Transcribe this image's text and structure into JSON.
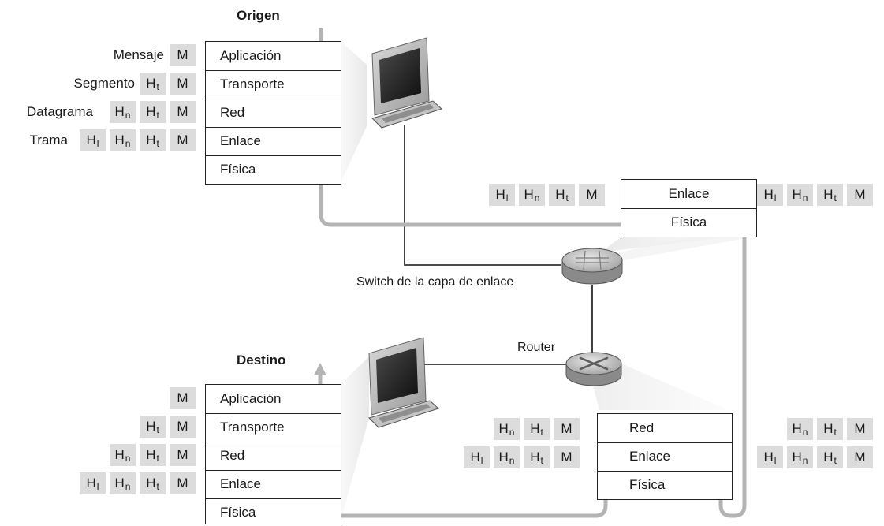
{
  "source": {
    "title": "Origen",
    "labels": [
      "Mensaje",
      "Segmento",
      "Datagrama",
      "Trama"
    ],
    "layers": [
      "Aplicación",
      "Transporte",
      "Red",
      "Enlace",
      "Física"
    ]
  },
  "destination": {
    "title": "Destino",
    "layers": [
      "Aplicación",
      "Transporte",
      "Red",
      "Enlace",
      "Física"
    ]
  },
  "switch": {
    "label": "Switch de la capa de enlace",
    "layers": [
      "Enlace",
      "Física"
    ]
  },
  "router": {
    "label": "Router",
    "layers": [
      "Red",
      "Enlace",
      "Física"
    ]
  },
  "headers": {
    "message": "M",
    "H": "H",
    "transport_sub": "t",
    "network_sub": "n",
    "link_sub": "l"
  },
  "colors": {
    "path": "#b4b4b4",
    "header_fill": "#dcdcdc",
    "line": "#222222"
  }
}
